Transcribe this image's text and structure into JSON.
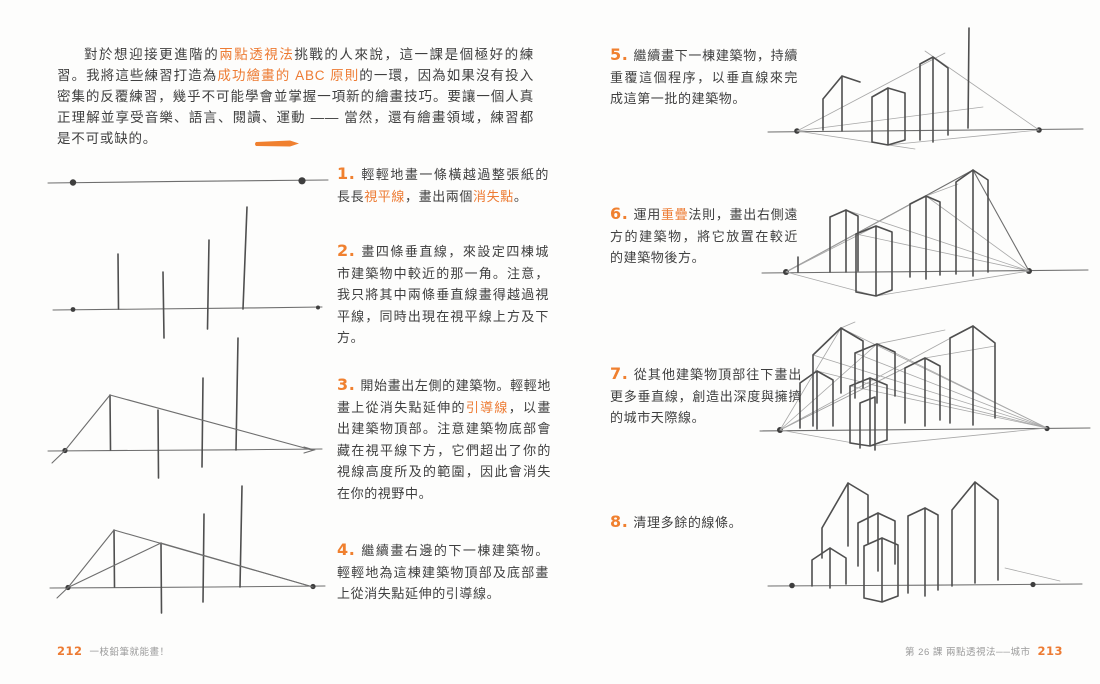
{
  "colors": {
    "accent": "#ed7b33",
    "step_number": "#f0802f",
    "body_text": "#3f3f3f",
    "sketch_dark": "#4f4f4f",
    "sketch_light": "#a8a8a8"
  },
  "intro": {
    "segments": [
      {
        "t": "對於想迎接更進階的",
        "hl": false
      },
      {
        "t": "兩點透視法",
        "hl": true
      },
      {
        "t": "挑戰的人來說，這一課是個極好的練習。我將這些練習打造為",
        "hl": false
      },
      {
        "t": "成功繪畫的 ABC 原則",
        "hl": true
      },
      {
        "t": "的一環，因為如果沒有投入密集的反覆練習，幾乎不可能學會並掌握一項新的繪畫技巧。要讓一個人真正理解並享受音樂、語言、閱讀、運動 —— 當然，還有繪畫領域，練習都是不可或缺的。",
        "hl": false
      }
    ]
  },
  "steps": [
    {
      "num": "1.",
      "segments": [
        {
          "t": "輕輕地畫一條橫越過整張紙的長長",
          "hl": false
        },
        {
          "t": "視平線",
          "hl": true
        },
        {
          "t": "，畫出兩個",
          "hl": false
        },
        {
          "t": "消失點",
          "hl": true
        },
        {
          "t": "。",
          "hl": false
        }
      ]
    },
    {
      "num": "2.",
      "segments": [
        {
          "t": "畫四條垂直線，來設定四棟城市建築物中較近的那一角。注意，我只將其中兩條垂直線畫得越過視平線，同時出現在視平線上方及下方。",
          "hl": false
        }
      ]
    },
    {
      "num": "3.",
      "segments": [
        {
          "t": "開始畫出左側的建築物。輕輕地畫上從消失點延伸的",
          "hl": false
        },
        {
          "t": "引導線",
          "hl": true
        },
        {
          "t": "，以畫出建築物頂部。注意建築物底部會藏在視平線下方，它們超出了你的視線高度所及的範圍，因此會消失在你的視野中。",
          "hl": false
        }
      ]
    },
    {
      "num": "4.",
      "segments": [
        {
          "t": "繼續畫右邊的下一棟建築物。輕輕地為這棟建築物頂部及底部畫上從消失點延伸的引導線。",
          "hl": false
        }
      ]
    },
    {
      "num": "5.",
      "segments": [
        {
          "t": "繼續畫下一棟建築物，持續重覆這個程序，以垂直線來完成這第一批的建築物。",
          "hl": false
        }
      ]
    },
    {
      "num": "6.",
      "segments": [
        {
          "t": "運用",
          "hl": false
        },
        {
          "t": "重疊",
          "hl": true
        },
        {
          "t": "法則，畫出右側遠方的建築物，將它放置在較近的建築物後方。",
          "hl": false
        }
      ]
    },
    {
      "num": "7.",
      "segments": [
        {
          "t": "從其他建築物頂部往下畫出更多垂直線，創造出深度與擁擠的城市天際線。",
          "hl": false
        }
      ]
    },
    {
      "num": "8.",
      "segments": [
        {
          "t": "清理多餘的線條。",
          "hl": false
        }
      ]
    }
  ],
  "footer_left": {
    "page_num": "212",
    "book_title": "一枝鉛筆就能畫！"
  },
  "footer_right": {
    "chapter": "第 26 課 兩點透視法──城市",
    "page_num": "213"
  }
}
